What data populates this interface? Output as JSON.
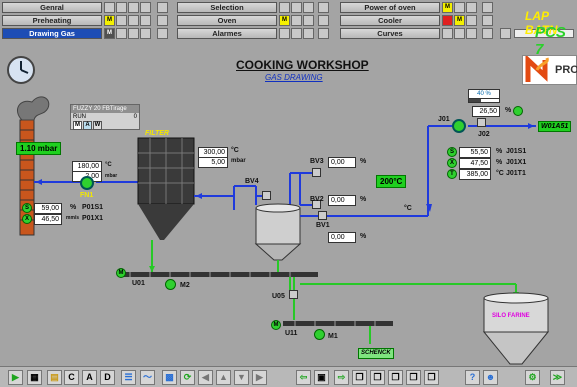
{
  "nav": {
    "rows": [
      [
        "Genral",
        "Selection",
        "Power of oven"
      ],
      [
        "Preheating",
        "Oven",
        "Cooler"
      ],
      [
        "Drawing Gas",
        "Alarmes",
        "Curves"
      ]
    ],
    "active": "Drawing Gas",
    "indicator_letter": "M"
  },
  "brand": {
    "line1": "LAP BATN",
    "line2": "PCS 7"
  },
  "logo_text": "PRO",
  "header": {
    "title": "COOKING WORKSHOP",
    "subtitle": "GAS DRAWING"
  },
  "fuzzy": {
    "title": "FUZZY 20 FBTirage",
    "run_label": "RUN",
    "run_value": "0",
    "modes": [
      "M",
      "A",
      "W"
    ]
  },
  "filter": {
    "label": "FILTER",
    "temp": "300,00",
    "temp_unit": "°C",
    "pressure": "5,00",
    "pressure_unit": "mbar"
  },
  "left": {
    "pressure_badge": "1.10 mbar",
    "temp": "180,00",
    "temp_unit": "°C",
    "mbar": "2,00",
    "mbar_unit": "mbar",
    "fan": "FN1",
    "p01s1": "59,00",
    "p01s1_unit": "%",
    "p01s1_tag": "P01S1",
    "p01x1": "46,50",
    "p01x1_unit": "mm/s",
    "p01x1_tag": "P01X1",
    "p01s1_icon": "S",
    "p01x1_icon": "X"
  },
  "valves": {
    "bv3": "BV3",
    "bv3_val": "0,00",
    "bv4": "BV4",
    "bv2": "BV2",
    "bv2_val": "0,00",
    "bv1": "BV1",
    "bv1_val": "0,00",
    "unit": "%"
  },
  "temp_badge": "200°C",
  "degc_label": "°C",
  "right": {
    "pct": "40 %",
    "val": "26,50",
    "unit": "%",
    "j02": "J02",
    "j01": "J01",
    "w01a51": "W01A51",
    "j01s1": "55,50",
    "j01s1_unit": "%",
    "j01s1_tag": "J01S1",
    "j01x1": "47,50",
    "j01x1_unit": "%",
    "j01x1_tag": "J01X1",
    "j01t1": "385,00",
    "j01t1_unit": "°C",
    "j01t1_tag": "J01T1",
    "icons": [
      "S",
      "X",
      "T"
    ]
  },
  "conveyors": {
    "u01": "U01",
    "m2": "M2",
    "u05": "U05",
    "u11": "U11",
    "m1": "M1",
    "schenck": "SCHENCK",
    "m_letter": "M"
  },
  "silo": {
    "label": "SILO FARINE"
  },
  "toolbar": {
    "letters": [
      "C",
      "A",
      "D"
    ]
  }
}
